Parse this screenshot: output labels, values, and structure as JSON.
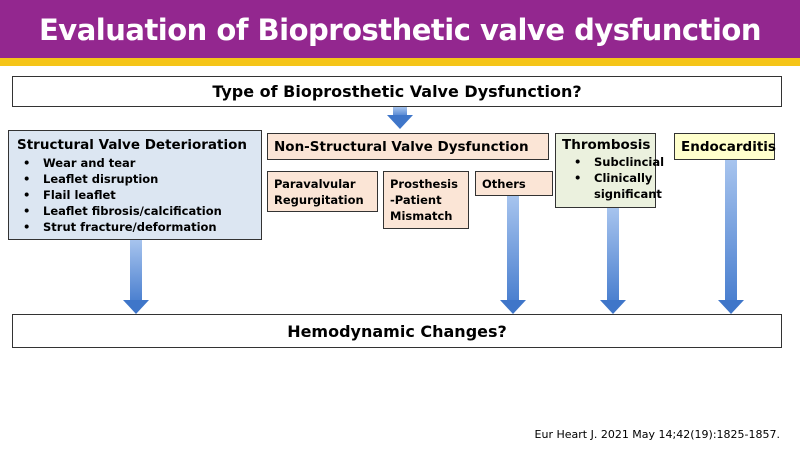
{
  "title": "Evaluation of Bioprosthetic valve dysfunction",
  "question_type": "Type of Bioprosthetic Valve Dysfunction?",
  "svd": {
    "title": "Structural Valve Deterioration",
    "items": [
      "Wear and tear",
      "Leaflet disruption",
      "Flail leaflet",
      "Leaflet fibrosis/calcification",
      "Strut fracture/deformation"
    ]
  },
  "nsvd": {
    "title": "Non-Structural Valve Dysfunction",
    "sub": [
      "Paravalvular Regurgitation",
      "Prosthesis -Patient Mismatch",
      "Others"
    ]
  },
  "thrombosis": {
    "title": "Thrombosis",
    "items": [
      "Subclincial",
      "Clinically significant"
    ]
  },
  "endocarditis": {
    "title": "Endocarditis"
  },
  "question_hemo": "Hemodynamic Changes?",
  "citation": "Eur Heart J. 2021 May 14;42(19):1825-1857.",
  "colors": {
    "header": "#93278f",
    "band": "#f5c518",
    "svd": "#dce6f2",
    "nsvd": "#fbe5d6",
    "thrombosis": "#ebf1de",
    "endocarditis": "#ffffcc",
    "arrow": "#4a7fcf"
  }
}
